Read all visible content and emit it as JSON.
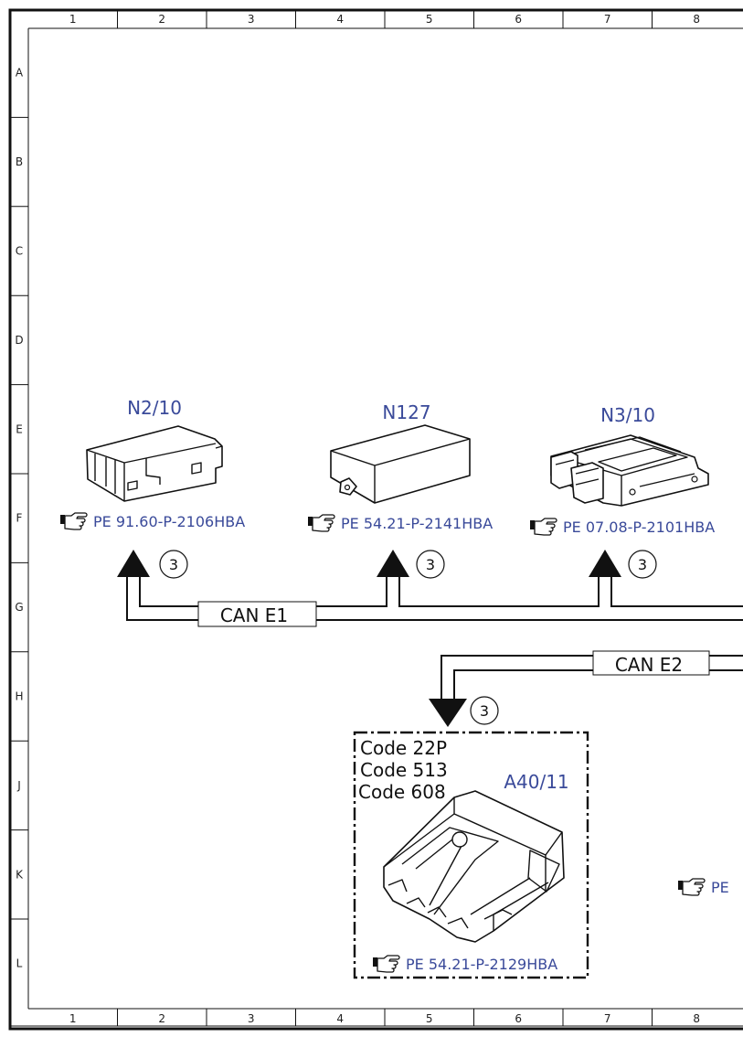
{
  "grid": {
    "columns": [
      "1",
      "2",
      "3",
      "4",
      "5",
      "6",
      "7",
      "8"
    ],
    "rows": [
      "A",
      "B",
      "C",
      "D",
      "E",
      "F",
      "G",
      "H",
      "J",
      "K",
      "L"
    ]
  },
  "components": {
    "n2_10": {
      "label": "N2/10",
      "ref": "PE 91.60-P-2106HBA",
      "circle": "3"
    },
    "n127": {
      "label": "N127",
      "ref": "PE 54.21-P-2141HBA",
      "circle": "3"
    },
    "n3_10": {
      "label": "N3/10",
      "ref": "PE 07.08-P-2101HBA",
      "circle": "3"
    },
    "a40_11": {
      "label": "A40/11",
      "ref": "PE 54.21-P-2129HBA",
      "circle": "3",
      "codes": [
        "Code 22P",
        "Code 513",
        "Code 608"
      ]
    }
  },
  "buses": {
    "can_e1": "CAN E1",
    "can_e2": "CAN E2"
  },
  "offpage_ref": "PE",
  "icon": "pointing-hand-icon",
  "colors": {
    "label_blue": "#3a4a9a",
    "line": "#111111"
  }
}
